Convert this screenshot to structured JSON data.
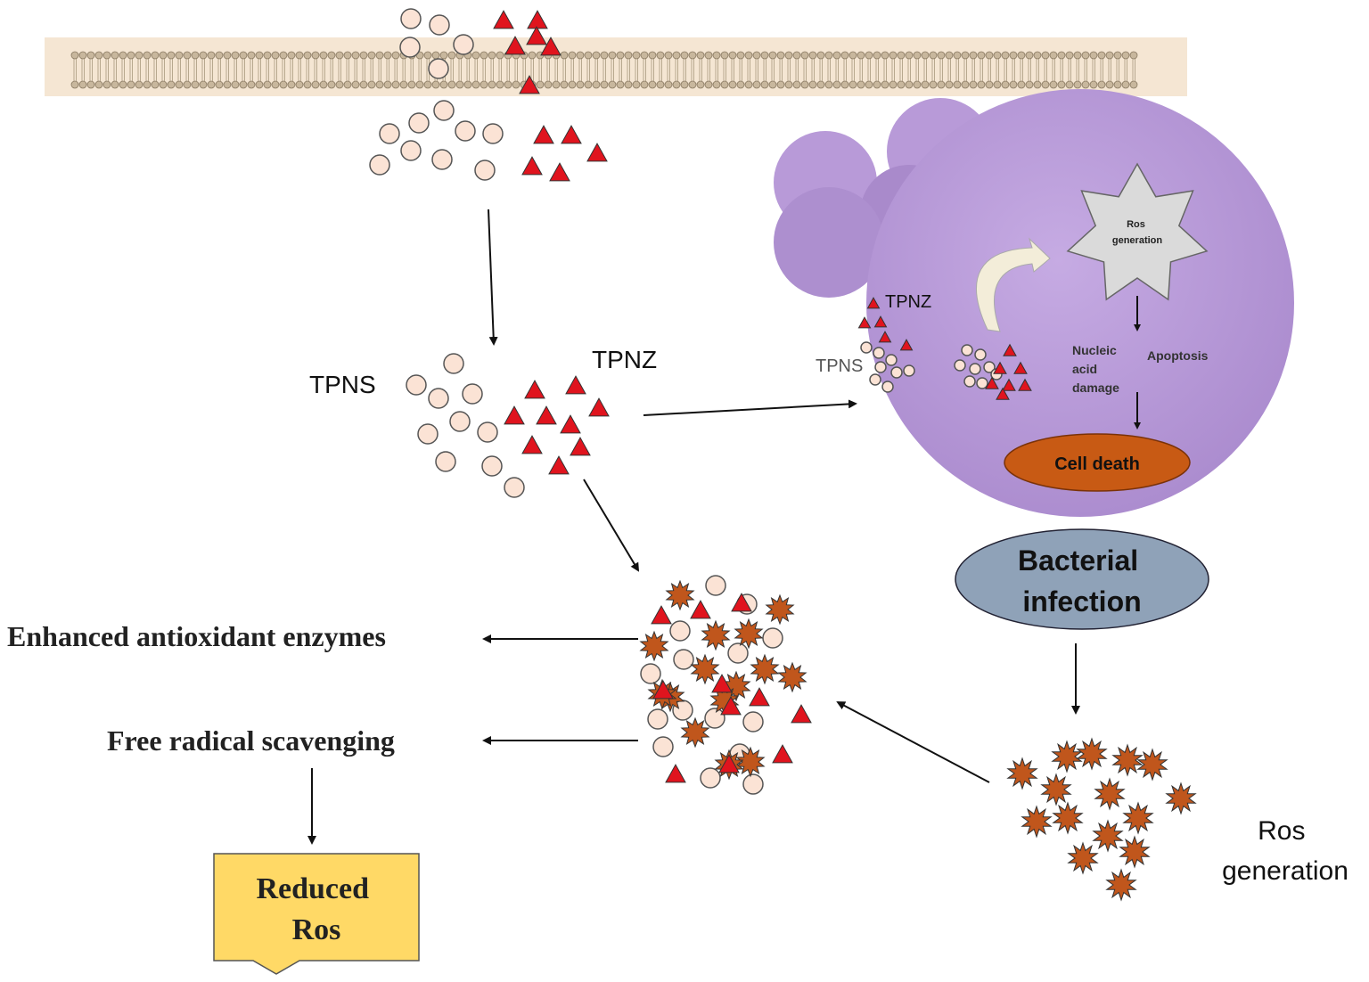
{
  "labels": {
    "tpns_main": "TPNS",
    "tpnz_main": "TPNZ",
    "tpnz_cell": "TPNZ",
    "tpns_cell": "TPNS",
    "ros_star": [
      "Ros",
      "generation"
    ],
    "nucleic": [
      "Nucleic",
      "acid",
      "damage"
    ],
    "apoptosis": "Apoptosis",
    "cell_death": "Cell death",
    "bacterial": [
      "Bacterial",
      "infection"
    ],
    "ros_generation": [
      "Ros",
      "generation"
    ],
    "enhanced": "Enhanced antioxidant enzymes",
    "free_radical": "Free radical scavenging",
    "reduced": [
      "Reduced",
      "Ros"
    ]
  },
  "colors": {
    "membrane": "#f5e6d3",
    "particle_fill": "#fbe3d5",
    "triangle": "#e0141e",
    "ros_star": "#c0561c",
    "cell": "#b89ad8",
    "cell_death": "#c85a14",
    "bacterial": "#8fa2b8",
    "reduced_box": "#ffd966"
  }
}
